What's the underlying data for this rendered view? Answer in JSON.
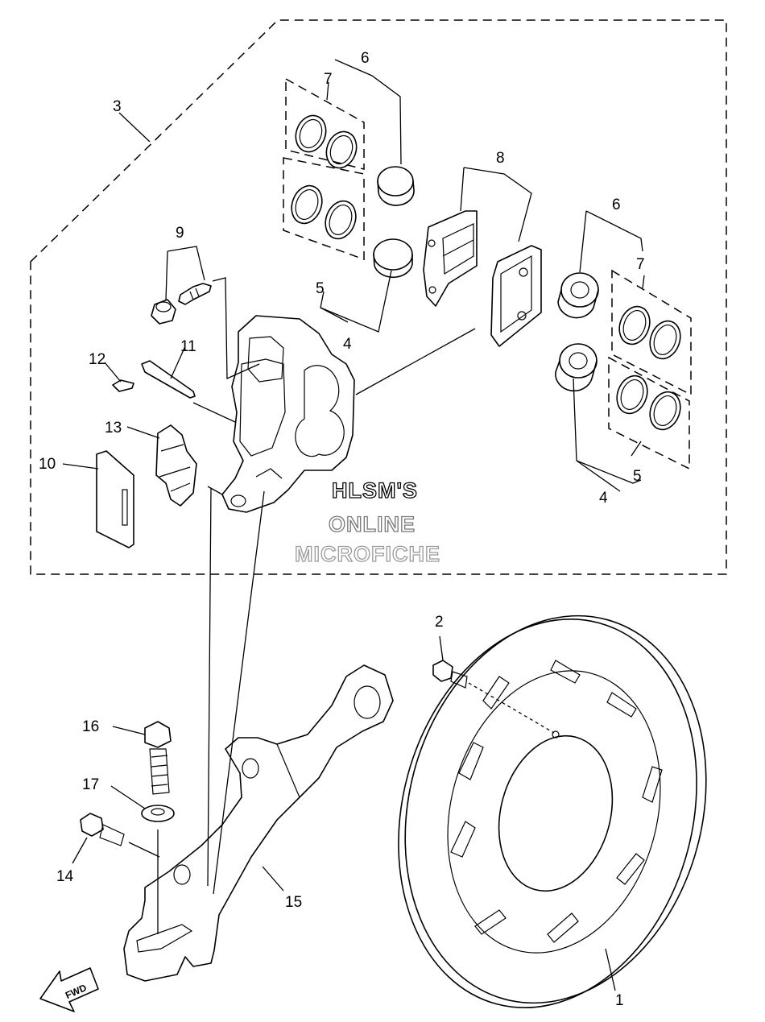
{
  "watermark": {
    "line1": "HLSM'S",
    "line2": "ONLINE",
    "line3": "MICROFICHE",
    "colors": [
      "#000000",
      "#777777",
      "#9a9a9a"
    ]
  },
  "arrow_label": "FWD",
  "callouts": [
    "1",
    "2",
    "3",
    "4",
    "4",
    "5",
    "5",
    "6",
    "6",
    "7",
    "7",
    "8",
    "9",
    "10",
    "11",
    "12",
    "13",
    "14",
    "15",
    "16",
    "17"
  ]
}
